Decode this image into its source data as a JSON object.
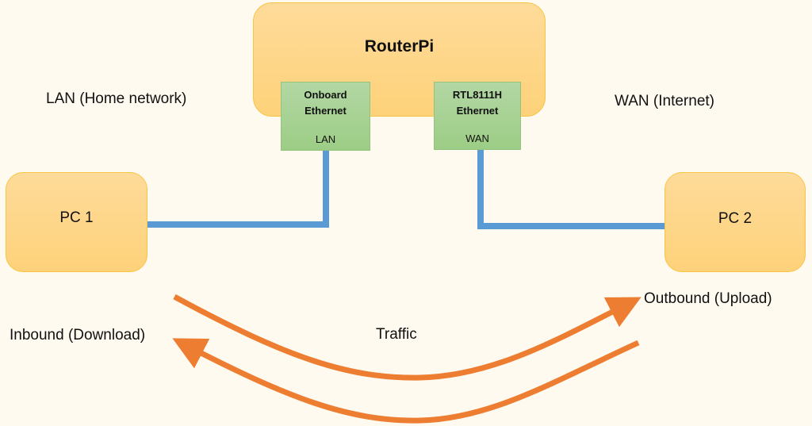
{
  "router": {
    "title": "RouterPi",
    "interfaces": [
      {
        "name": "Onboard\nEthernet",
        "name_line1": "Onboard",
        "name_line2": "Ethernet",
        "port": "LAN"
      },
      {
        "name": "RTL8111H\nEthernet",
        "name_line1": "RTL8111H",
        "name_line2": "Ethernet",
        "port": "WAN"
      }
    ]
  },
  "zones": {
    "lan": "LAN (Home network)",
    "wan": "WAN (Internet)"
  },
  "hosts": {
    "pc1": "PC 1",
    "pc2": "PC 2"
  },
  "traffic": {
    "title": "Traffic",
    "outbound": "Outbound (Upload)",
    "inbound": "Inbound (Download)"
  },
  "colors": {
    "box_fill": "#fed88a",
    "box_border": "#f8c443",
    "interface_fill": "#a9d18e",
    "cable": "#5b9bd5",
    "traffic_arrow": "#ed7d31",
    "background": "#fffaf0"
  }
}
